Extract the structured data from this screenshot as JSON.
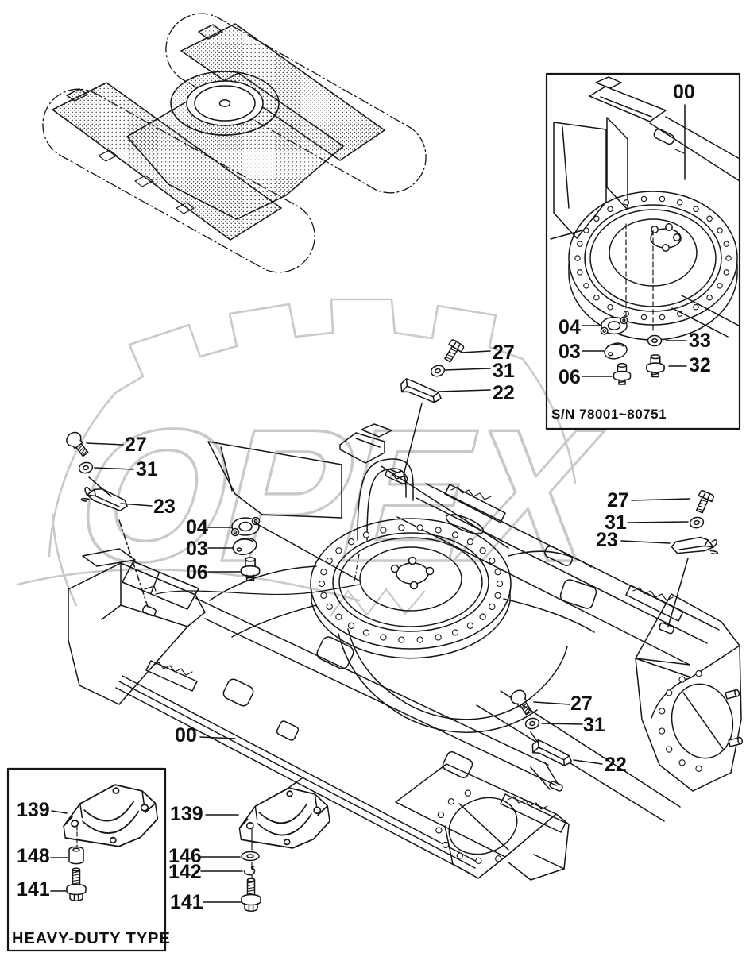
{
  "watermark": {
    "text": "OPEX"
  },
  "colors": {
    "ink": "#151515",
    "watermark": "#c9c9c9",
    "background": "#ffffff"
  },
  "inset": {
    "serial": "S/N 78001~80751",
    "frame": "00",
    "shim": "04",
    "cover": "03",
    "bolt": "06",
    "washer": "33",
    "bolt_b": "32"
  },
  "main": {
    "frame": "00",
    "top_group": {
      "bolt": "27",
      "washer": "31",
      "stopper": "22"
    },
    "left_group": {
      "bolt": "27",
      "washer": "31",
      "stopper": "23"
    },
    "center_group": {
      "shim": "04",
      "cover": "03",
      "bolt": "06"
    },
    "right_group": {
      "bolt": "27",
      "washer": "31",
      "stopper": "23"
    },
    "bottom_right_group": {
      "bolt": "27",
      "washer": "31",
      "stopper": "22"
    }
  },
  "heavy_duty": {
    "title": "HEAVY-DUTY TYPE",
    "clamp": "139",
    "bushing": "148",
    "bolt": "141"
  },
  "clamp_group": {
    "clamp": "139",
    "washer": "146",
    "spring_washer": "142",
    "bolt": "141"
  }
}
